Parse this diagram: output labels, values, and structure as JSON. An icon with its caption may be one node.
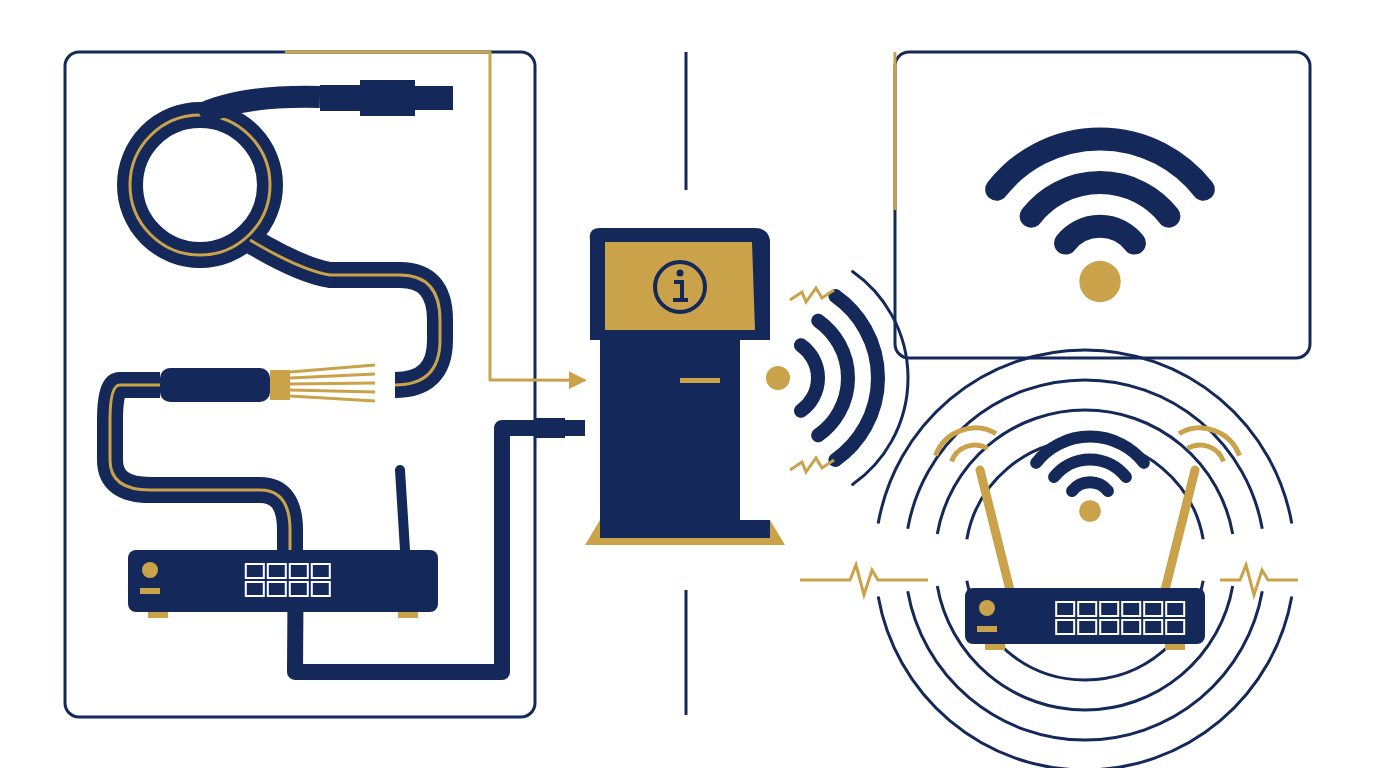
{
  "diagram": {
    "nodes": [
      {
        "text": [],
        "shape": "box"
      },
      {
        "text": [],
        "shape": "picture",
        "in": 0
      },
      {
        "text": [],
        "shape": "picture"
      },
      {
        "text": [],
        "shape": "box"
      },
      {
        "text": [],
        "shape": "picture"
      }
    ],
    "edges": [
      {
        "from": 0,
        "to": 2,
        "arrow": "to",
        "color": "#c9a24a"
      },
      {
        "from": 1,
        "to": 2,
        "arrow": "none",
        "style": "thick",
        "color": "#14285a"
      }
    ]
  }
}
